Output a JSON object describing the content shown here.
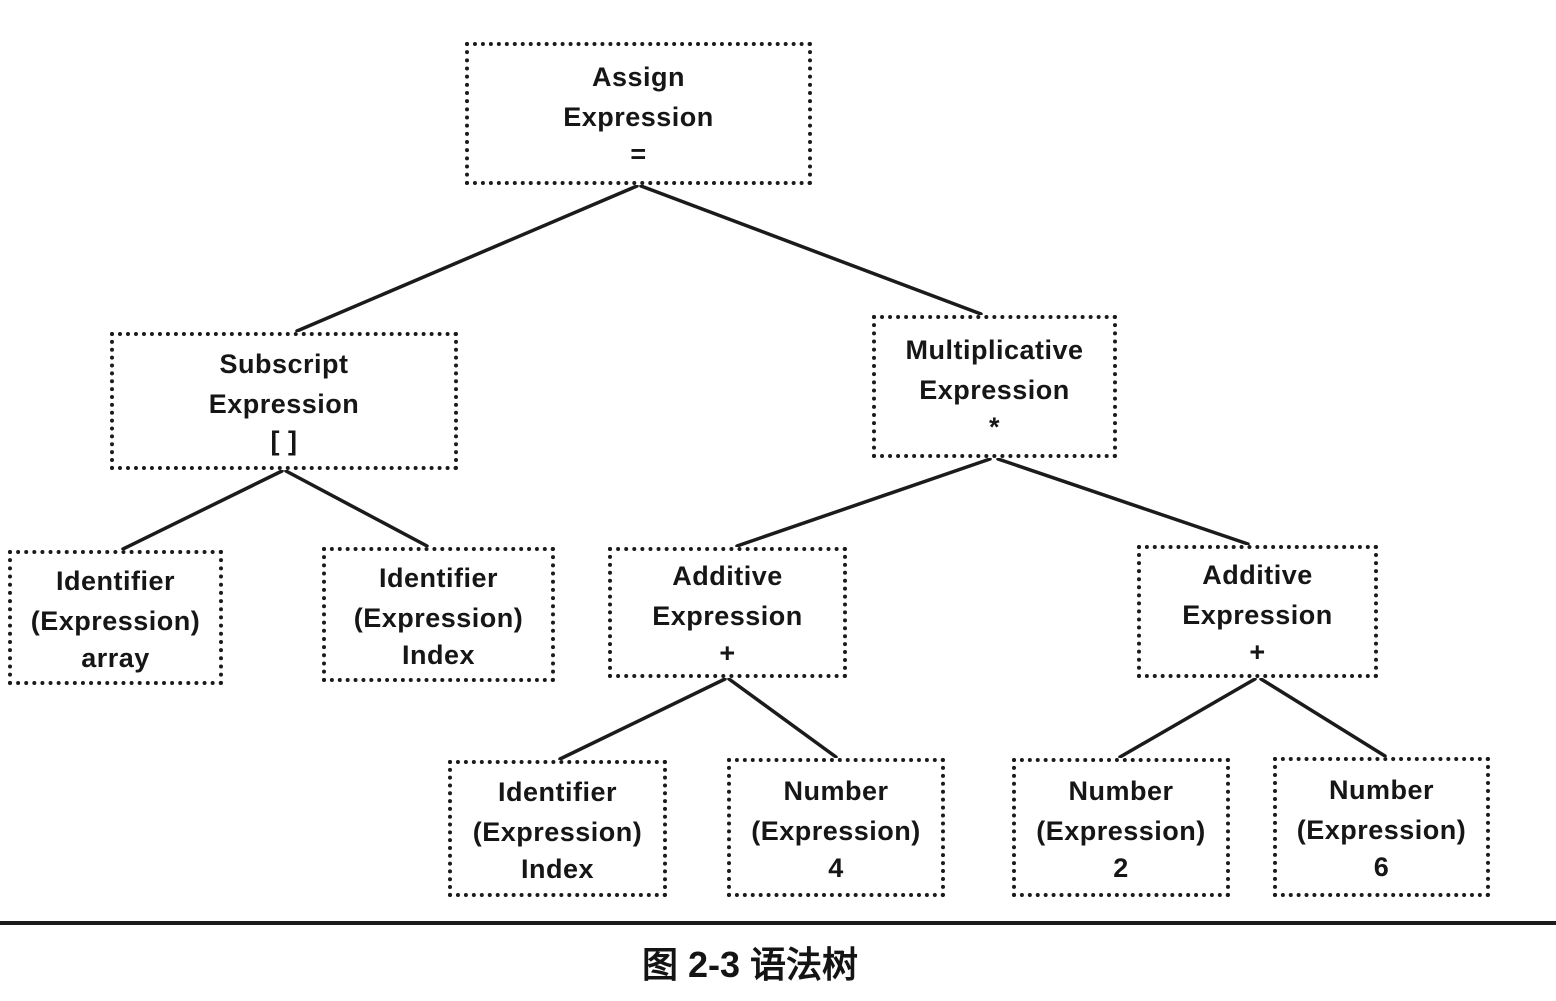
{
  "figure": {
    "caption": "图 2-3  语法树"
  },
  "tree": {
    "description": "syntax-tree",
    "nodes": [
      {
        "id": "assign-expression",
        "label": [
          "Assign",
          "Expression",
          "="
        ]
      },
      {
        "id": "subscript-expression",
        "label": [
          "Subscript",
          "Expression",
          "[ ]"
        ]
      },
      {
        "id": "multiplicative-expression",
        "label": [
          "Multiplicative",
          "Expression",
          "*"
        ]
      },
      {
        "id": "identifier-array",
        "label": [
          "Identifier",
          "(Expression)",
          "array"
        ]
      },
      {
        "id": "identifier-index-left",
        "label": [
          "Identifier",
          "(Expression)",
          "Index"
        ]
      },
      {
        "id": "additive-expression-left",
        "label": [
          "Additive",
          "Expression",
          "+"
        ]
      },
      {
        "id": "additive-expression-right",
        "label": [
          "Additive",
          "Expression",
          "+"
        ]
      },
      {
        "id": "identifier-index-bottom",
        "label": [
          "Identifier",
          "(Expression)",
          "Index"
        ]
      },
      {
        "id": "number-4",
        "label": [
          "Number",
          "(Expression)",
          "4"
        ]
      },
      {
        "id": "number-2",
        "label": [
          "Number",
          "(Expression)",
          "2"
        ]
      },
      {
        "id": "number-6",
        "label": [
          "Number",
          "(Expression)",
          "6"
        ]
      }
    ],
    "edges": [
      [
        "assign-expression",
        "subscript-expression"
      ],
      [
        "assign-expression",
        "multiplicative-expression"
      ],
      [
        "subscript-expression",
        "identifier-array"
      ],
      [
        "subscript-expression",
        "identifier-index-left"
      ],
      [
        "multiplicative-expression",
        "additive-expression-left"
      ],
      [
        "multiplicative-expression",
        "additive-expression-right"
      ],
      [
        "additive-expression-left",
        "identifier-index-bottom"
      ],
      [
        "additive-expression-left",
        "number-4"
      ],
      [
        "additive-expression-right",
        "number-2"
      ],
      [
        "additive-expression-right",
        "number-6"
      ]
    ]
  }
}
